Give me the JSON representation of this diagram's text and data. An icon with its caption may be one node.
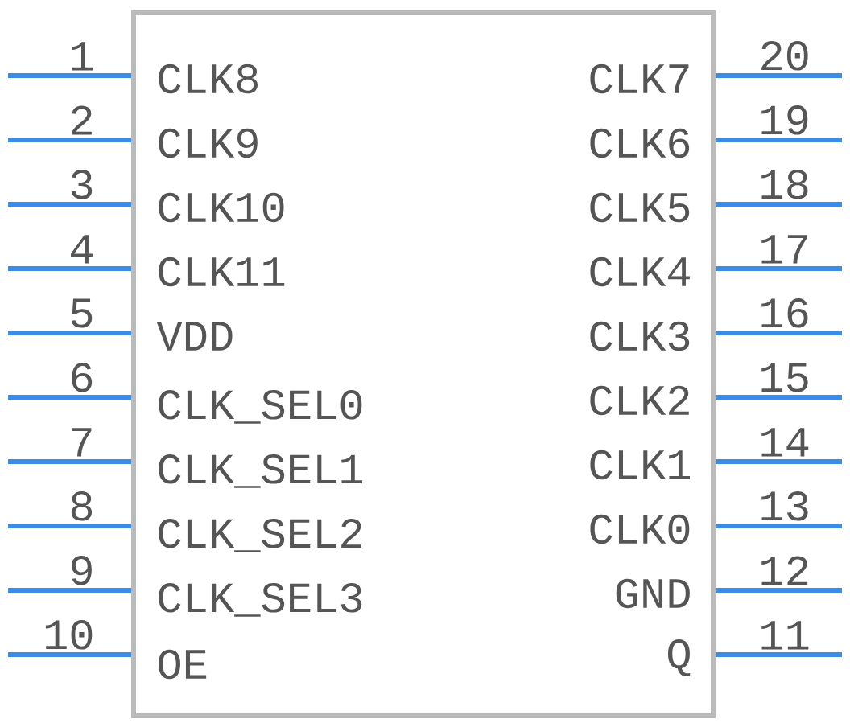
{
  "diagram": {
    "nodes": [
      {
        "text": [
          "CLK8",
          "CLK9",
          "CLK10",
          "CLK11",
          "VDD",
          "CLK_SEL0",
          "CLK_SEL1",
          "CLK_SEL2",
          "CLK_SEL3",
          "OE",
          "Q",
          "GND",
          "CLK0",
          "CLK1",
          "CLK2",
          "CLK3",
          "CLK4",
          "CLK5",
          "CLK6",
          "CLK7"
        ]
      }
    ],
    "labels": [
      "1",
      "2",
      "3",
      "4",
      "5",
      "6",
      "7",
      "8",
      "9",
      "10",
      "11",
      "12",
      "13",
      "14",
      "15",
      "16",
      "17",
      "18",
      "19",
      "20"
    ]
  }
}
